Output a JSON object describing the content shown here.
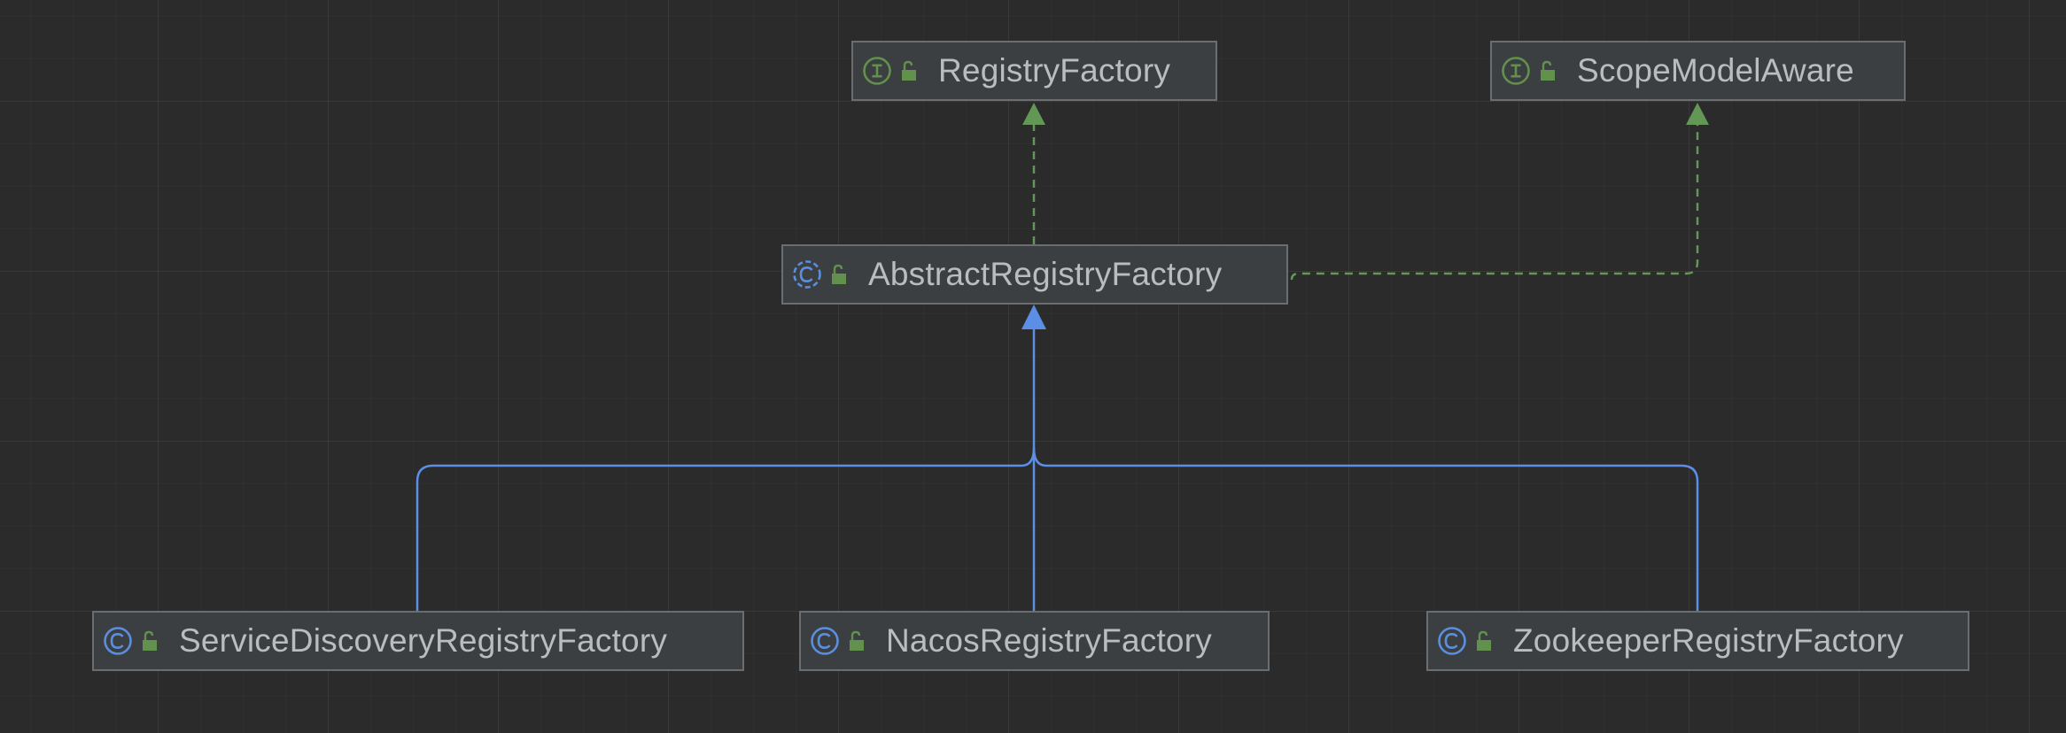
{
  "diagram": {
    "nodes": [
      {
        "id": "registry-factory",
        "name": "RegistryFactory",
        "kind": "interface",
        "icon": "interface-icon",
        "visibility_icon": "unlock-icon"
      },
      {
        "id": "scope-model-aware",
        "name": "ScopeModelAware",
        "kind": "interface",
        "icon": "interface-icon",
        "visibility_icon": "unlock-icon"
      },
      {
        "id": "abstract-registry-factory",
        "name": "AbstractRegistryFactory",
        "kind": "abstract-class",
        "icon": "abstract-class-icon",
        "visibility_icon": "unlock-icon"
      },
      {
        "id": "service-discovery-registry-factory",
        "name": "ServiceDiscoveryRegistryFactory",
        "kind": "class",
        "icon": "class-icon",
        "visibility_icon": "unlock-icon"
      },
      {
        "id": "nacos-registry-factory",
        "name": "NacosRegistryFactory",
        "kind": "class",
        "icon": "class-icon",
        "visibility_icon": "unlock-icon"
      },
      {
        "id": "zookeeper-registry-factory",
        "name": "ZookeeperRegistryFactory",
        "kind": "class",
        "icon": "class-icon",
        "visibility_icon": "unlock-icon"
      }
    ],
    "edges": [
      {
        "from": "abstract-registry-factory",
        "to": "registry-factory",
        "type": "implements"
      },
      {
        "from": "abstract-registry-factory",
        "to": "scope-model-aware",
        "type": "implements"
      },
      {
        "from": "service-discovery-registry-factory",
        "to": "abstract-registry-factory",
        "type": "extends"
      },
      {
        "from": "nacos-registry-factory",
        "to": "abstract-registry-factory",
        "type": "extends"
      },
      {
        "from": "zookeeper-registry-factory",
        "to": "abstract-registry-factory",
        "type": "extends"
      }
    ]
  },
  "colors": {
    "background": "#2b2b2b",
    "node_fill": "#3c3f41",
    "node_border": "#6b6e70",
    "text": "#bbbcc0",
    "interface_green": "#62904d",
    "class_blue": "#5a8fe0",
    "implements_line": "#629755",
    "extends_line": "#5c8ee6"
  }
}
